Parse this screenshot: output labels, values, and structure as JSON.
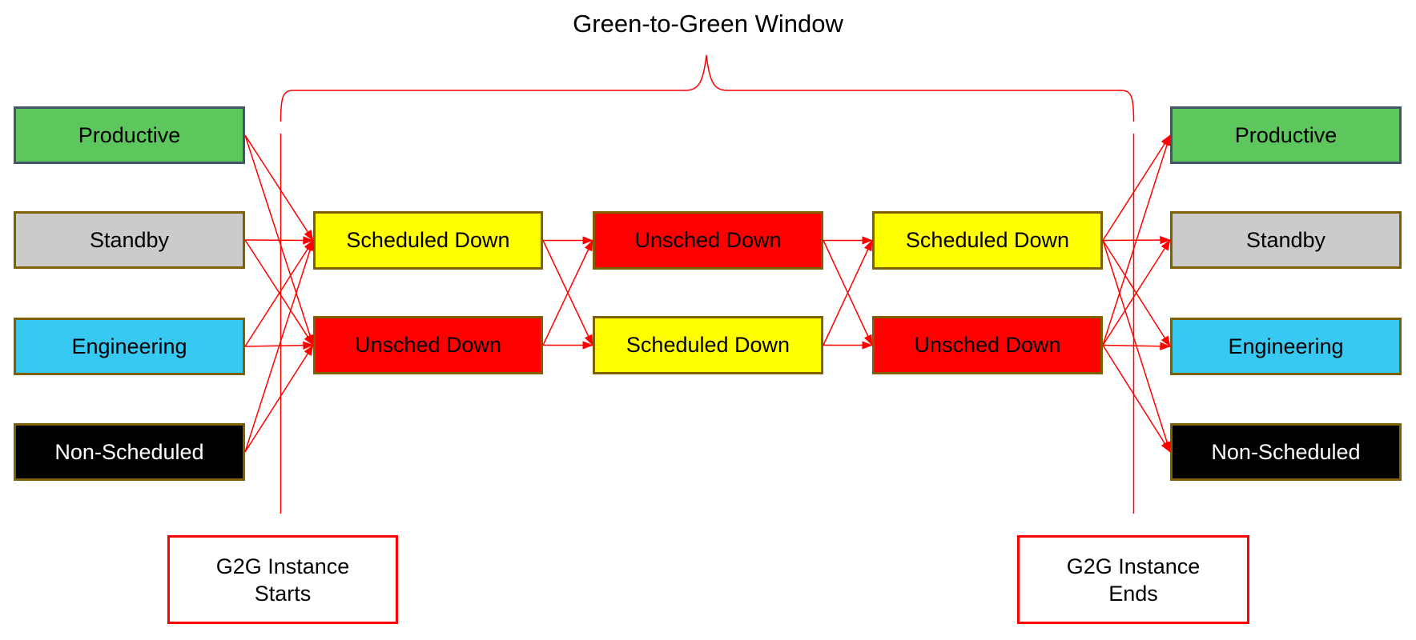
{
  "title": "Green-to-Green Window",
  "colors": {
    "arrow_red": "#FF0000",
    "g2g_border_red": "#FF0000",
    "productive_fill": "#5DC75D",
    "productive_border": "#44546A",
    "standby_fill": "#CBCBCB",
    "standby_border": "#7F6000",
    "engineering_fill": "#38C9F2",
    "engineering_border": "#7F6000",
    "nonscheduled_fill": "#000000",
    "nonscheduled_border": "#7F6000",
    "scheduled_fill": "#FFFF00",
    "scheduled_border": "#7F6000",
    "unscheduled_fill": "#FF0000",
    "unscheduled_border": "#7F6000"
  },
  "states": {
    "productive": "Productive",
    "standby": "Standby",
    "engineering": "Engineering",
    "nonscheduled": "Non-Scheduled"
  },
  "window_states": {
    "scheduled": "Scheduled Down",
    "unscheduled": "Unsched Down"
  },
  "labels": {
    "g2g_start_line1": "G2G Instance",
    "g2g_start_line2": "Starts",
    "g2g_end_line1": "G2G Instance",
    "g2g_end_line2": "Ends"
  },
  "edges": [
    {
      "from": "left-productive",
      "to": "mid1-top"
    },
    {
      "from": "left-productive",
      "to": "mid1-bot"
    },
    {
      "from": "left-standby",
      "to": "mid1-top"
    },
    {
      "from": "left-standby",
      "to": "mid1-bot"
    },
    {
      "from": "left-engineering",
      "to": "mid1-top"
    },
    {
      "from": "left-engineering",
      "to": "mid1-bot"
    },
    {
      "from": "left-nonscheduled",
      "to": "mid1-top"
    },
    {
      "from": "left-nonscheduled",
      "to": "mid1-bot"
    },
    {
      "from": "mid1-top",
      "to": "mid2-top"
    },
    {
      "from": "mid1-top",
      "to": "mid2-bot"
    },
    {
      "from": "mid1-bot",
      "to": "mid2-top"
    },
    {
      "from": "mid1-bot",
      "to": "mid2-bot"
    },
    {
      "from": "mid2-top",
      "to": "mid3-top"
    },
    {
      "from": "mid2-top",
      "to": "mid3-bot"
    },
    {
      "from": "mid2-bot",
      "to": "mid3-top"
    },
    {
      "from": "mid2-bot",
      "to": "mid3-bot"
    },
    {
      "from": "mid3-top",
      "to": "right-productive"
    },
    {
      "from": "mid3-top",
      "to": "right-standby"
    },
    {
      "from": "mid3-top",
      "to": "right-engineering"
    },
    {
      "from": "mid3-top",
      "to": "right-nonscheduled"
    },
    {
      "from": "mid3-bot",
      "to": "right-productive"
    },
    {
      "from": "mid3-bot",
      "to": "right-standby"
    },
    {
      "from": "mid3-bot",
      "to": "right-engineering"
    },
    {
      "from": "mid3-bot",
      "to": "right-nonscheduled"
    }
  ]
}
